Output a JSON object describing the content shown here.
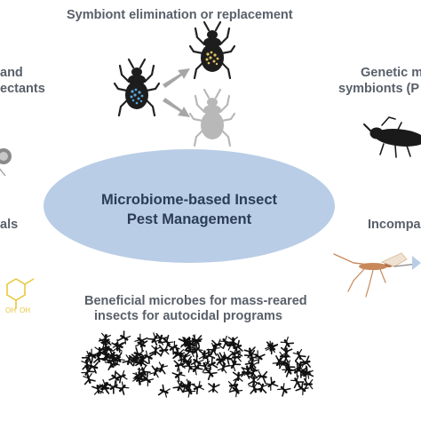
{
  "center": {
    "line1": "Microbiome-based Insect",
    "line2": "Pest Management"
  },
  "labels": {
    "top": "Symbiont elimination or replacement",
    "left_top_line1": "and",
    "left_top_line2": "ectants",
    "right_top_line1": "Genetic m",
    "right_top_line2": "symbionts (P",
    "left_mid": "als",
    "right_mid": "Incompa",
    "bottom_line1": "Beneficial microbes for mass-reared",
    "bottom_line2": "insects for autocidal programs"
  },
  "colors": {
    "ellipse_fill": "#b9cde6",
    "center_text": "#2b3d57",
    "label_text": "#59606a",
    "arrow": "#a6a6a6",
    "beetle_dark": "#222222",
    "beetle_gray": "#b8b8b8",
    "symbiont_blue": "#5aa5d6",
    "symbiont_yellow": "#e0c060",
    "chemical_yellow": "#e8c840",
    "mosquito": "#c8885a"
  },
  "icons": {
    "beetle_left": "beetle-blue-symbionts-icon",
    "beetle_top": "beetle-yellow-symbionts-icon",
    "beetle_bottom": "beetle-aposymbiotic-icon",
    "arrow_up": "arrow-icon",
    "arrow_down": "arrow-icon",
    "insect_right": "weevil-icon",
    "mosquito": "mosquito-icon",
    "chemical": "chemical-structure-icon",
    "fruit_flies": "fruit-fly-swarm-icon"
  }
}
